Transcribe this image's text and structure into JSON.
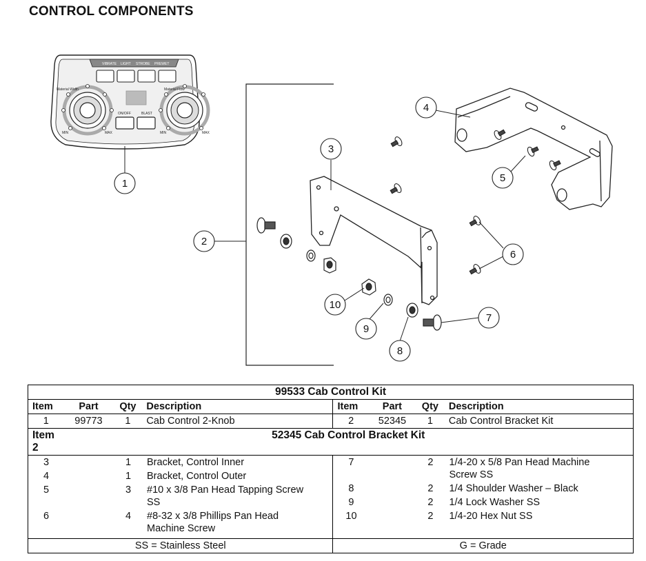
{
  "title": "CONTROL COMPONENTS",
  "panel": {
    "tabs": [
      "VIBRATE",
      "LIGHT",
      "STROBE",
      "PREWET"
    ],
    "left_label": "Material Width",
    "right_label": "Material Flow",
    "min_label": "MIN",
    "max_label": "MAX",
    "onoff_label": "ON/OFF",
    "blast_label": "BLAST"
  },
  "callouts": [
    "1",
    "2",
    "3",
    "4",
    "5",
    "6",
    "7",
    "8",
    "9",
    "10"
  ],
  "table": {
    "kit_title": "99533  Cab Control Kit",
    "headers": [
      "Item",
      "Part",
      "Qty",
      "Description",
      "Item",
      "Part",
      "Qty",
      "Description"
    ],
    "row1": {
      "left": {
        "item": "1",
        "part": "99773",
        "qty": "1",
        "desc": "Cab Control 2-Knob"
      },
      "right": {
        "item": "2",
        "part": "52345",
        "qty": "1",
        "desc": "Cab Control Bracket Kit"
      }
    },
    "sub_item": "Item 2",
    "sub_title": "52345  Cab Control Bracket Kit",
    "left_rows": [
      {
        "item": "3",
        "qty": "1",
        "desc": "Bracket, Control Inner"
      },
      {
        "item": "4",
        "qty": "1",
        "desc": "Bracket, Control Outer"
      },
      {
        "item": "5",
        "qty": "3",
        "desc": "#10 x 3/8 Pan Head Tapping Screw SS"
      },
      {
        "item": "6",
        "qty": "4",
        "desc": "#8-32 x 3/8 Phillips Pan Head Machine Screw"
      }
    ],
    "right_rows": [
      {
        "item": "7",
        "qty": "2",
        "desc": "1/4-20 x 5/8 Pan Head Machine Screw SS"
      },
      {
        "item": "8",
        "qty": "2",
        "desc": "1/4 Shoulder Washer – Black"
      },
      {
        "item": "9",
        "qty": "2",
        "desc": "1/4 Lock Washer SS"
      },
      {
        "item": "10",
        "qty": "2",
        "desc": "1/4-20 Hex Nut SS"
      }
    ],
    "footer_left": "SS = Stainless Steel",
    "footer_right": "G = Grade"
  }
}
